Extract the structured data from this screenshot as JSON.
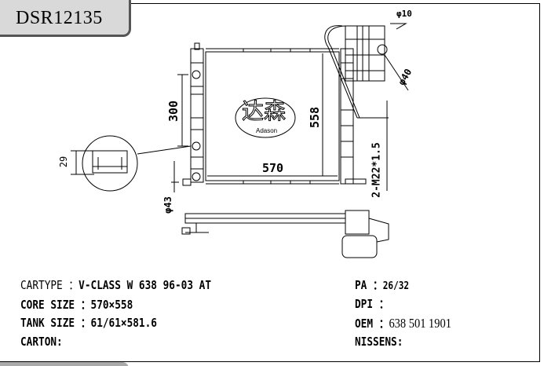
{
  "title": "DSR12135",
  "drawing": {
    "dims": {
      "width": "570",
      "height": "558",
      "spacing": "300",
      "pipe_small": "φ10",
      "pipe_mid": "φ40",
      "pipe_bottom": "φ43",
      "detail": "29",
      "thread": "2-M22*1.5"
    },
    "logo": {
      "chinese": "达森",
      "latin": "Adason"
    }
  },
  "specs": {
    "cartype": {
      "label": "CARTYPE ：",
      "value": "V-CLASS W 638 96-03 AT"
    },
    "core_size": {
      "label": "CORE SIZE ：",
      "value": "570×558"
    },
    "tank_size": {
      "label": "TANK SIZE ：",
      "value": "61/61×581.6"
    },
    "carton": {
      "label": "CARTON:",
      "value": ""
    },
    "pa": {
      "label": "PA ：",
      "value": "26/32"
    },
    "dpi": {
      "label": "DPI ：",
      "value": ""
    },
    "oem": {
      "label": "OEM ：",
      "value": "638 501 1901"
    },
    "nissens": {
      "label": "NISSENS:",
      "value": ""
    }
  }
}
